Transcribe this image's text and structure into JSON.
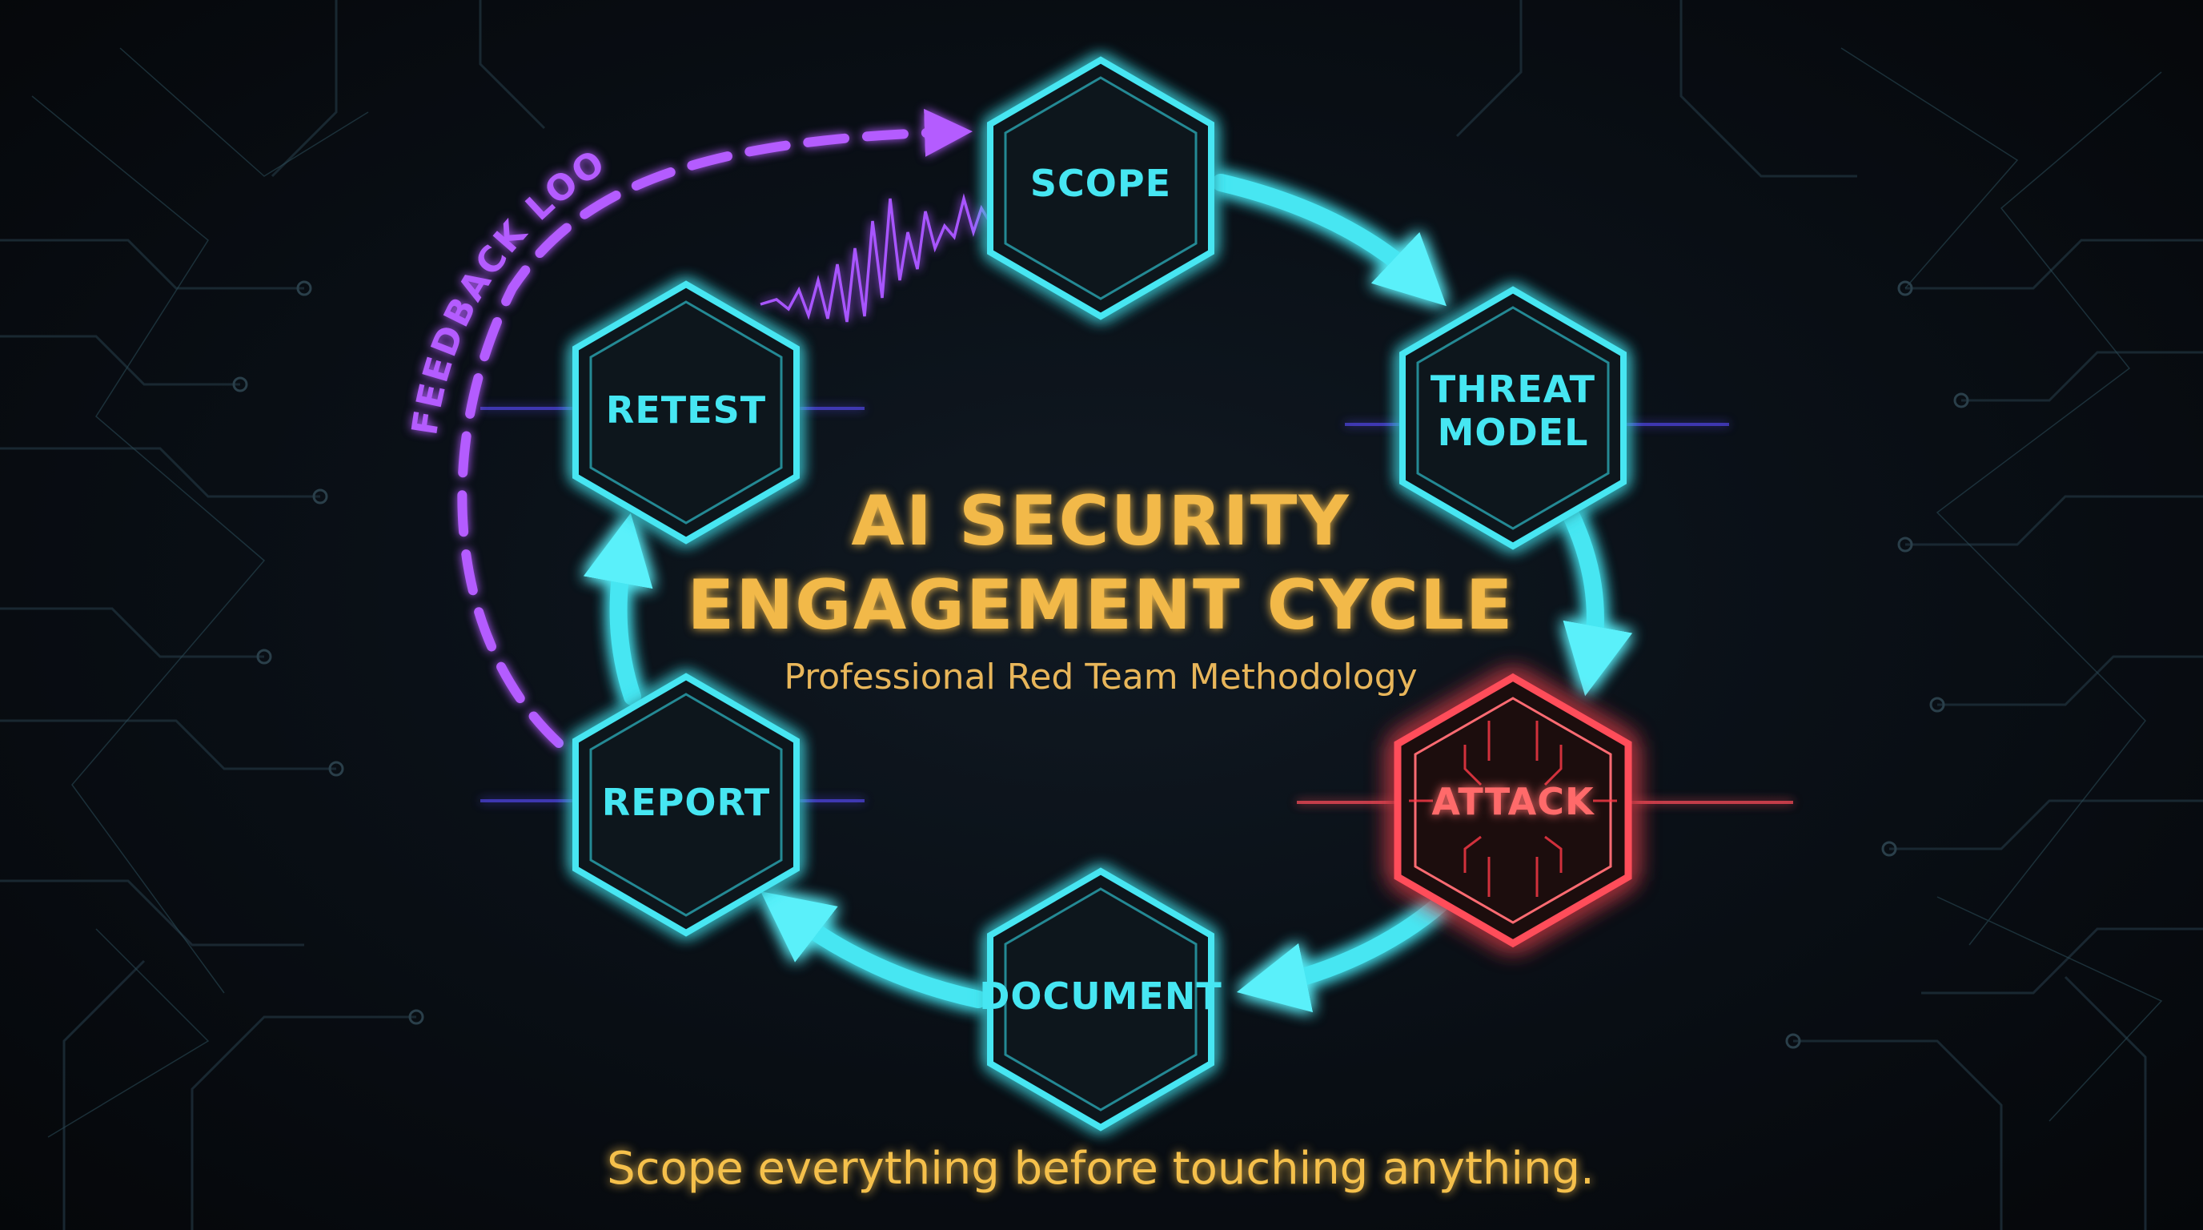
{
  "title": {
    "line1": "AI SECURITY",
    "line2": "ENGAGEMENT CYCLE"
  },
  "subtitle": "Professional Red Team Methodology",
  "tagline": "Scope everything before touching anything.",
  "feedback_loop_label": "FEEDBACK LOOP",
  "stages": {
    "scope": "SCOPE",
    "threat_line1": "THREAT",
    "threat_line2": "MODEL",
    "attack": "ATTACK",
    "document": "DOCUMENT",
    "report": "REPORT",
    "retest": "RETEST"
  },
  "colors": {
    "node_accent": "#46e6f2",
    "attack_accent": "#ff4d5a",
    "feedback_accent": "#b45cff",
    "title_gold": "#f2b94a",
    "background": "#07090d"
  }
}
